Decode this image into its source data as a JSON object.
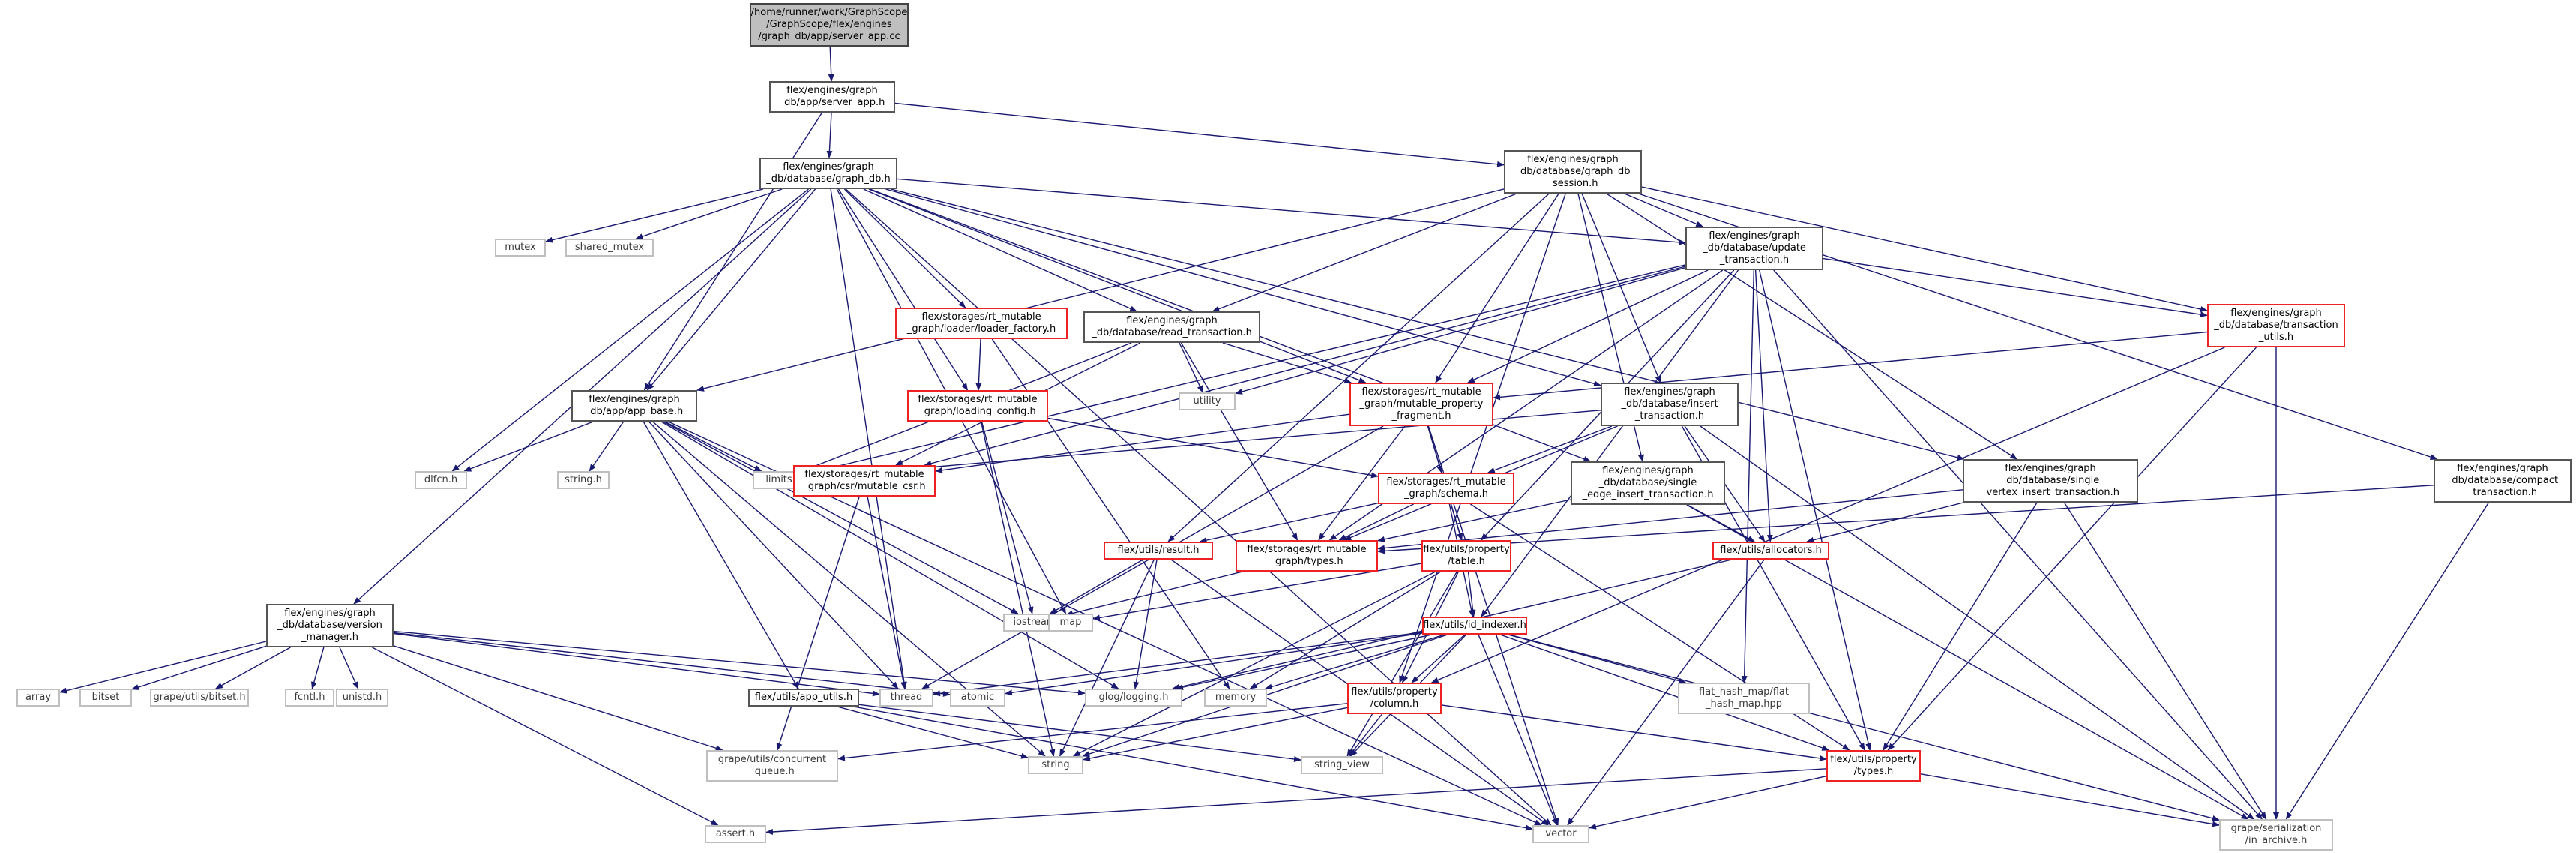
{
  "colors": {
    "edge": "#191970",
    "node_border": "#555555",
    "system_border": "#bfbfbf",
    "incomplete_border": "#ee2222",
    "root_fill": "#bfbfbf"
  },
  "nodes": {
    "root": {
      "lines": [
        "/home/runner/work/GraphScope",
        "/GraphScope/flex/engines",
        "/graph_db/app/server_app.cc"
      ],
      "style": "root"
    },
    "server_app": {
      "lines": [
        "flex/engines/graph",
        "_db/app/server_app.h"
      ],
      "style": "normal"
    },
    "graph_db": {
      "lines": [
        "flex/engines/graph",
        "_db/database/graph_db.h"
      ],
      "style": "normal"
    },
    "graph_db_session": {
      "lines": [
        "flex/engines/graph",
        "_db/database/graph_db",
        "_session.h"
      ],
      "style": "normal"
    },
    "mutex": {
      "lines": [
        "mutex"
      ],
      "style": "sys"
    },
    "shared_mutex": {
      "lines": [
        "shared_mutex"
      ],
      "style": "sys"
    },
    "update_txn": {
      "lines": [
        "flex/engines/graph",
        "_db/database/update",
        "_transaction.h"
      ],
      "style": "normal"
    },
    "loader_factory": {
      "lines": [
        "flex/storages/rt_mutable",
        "_graph/loader/loader_factory.h"
      ],
      "style": "red"
    },
    "read_txn": {
      "lines": [
        "flex/engines/graph",
        "_db/database/read_transaction.h"
      ],
      "style": "normal"
    },
    "txn_utils": {
      "lines": [
        "flex/engines/graph",
        "_db/database/transaction",
        "_utils.h"
      ],
      "style": "red"
    },
    "app_base": {
      "lines": [
        "flex/engines/graph",
        "_db/app/app_base.h"
      ],
      "style": "normal"
    },
    "loading_config": {
      "lines": [
        "flex/storages/rt_mutable",
        "_graph/loading_config.h"
      ],
      "style": "red"
    },
    "utility": {
      "lines": [
        "utility"
      ],
      "style": "sys"
    },
    "mutable_property_fragment": {
      "lines": [
        "flex/storages/rt_mutable",
        "_graph/mutable_property",
        "_fragment.h"
      ],
      "style": "red"
    },
    "insert_txn": {
      "lines": [
        "flex/engines/graph",
        "_db/database/insert",
        "_transaction.h"
      ],
      "style": "normal"
    },
    "dlfcn": {
      "lines": [
        "dlfcn.h"
      ],
      "style": "sys"
    },
    "string_h": {
      "lines": [
        "string.h"
      ],
      "style": "sys"
    },
    "limits": {
      "lines": [
        "limits"
      ],
      "style": "sys"
    },
    "mutable_csr": {
      "lines": [
        "flex/storages/rt_mutable",
        "_graph/csr/mutable_csr.h"
      ],
      "style": "red"
    },
    "schema": {
      "lines": [
        "flex/storages/rt_mutable",
        "_graph/schema.h"
      ],
      "style": "red"
    },
    "single_edge_insert": {
      "lines": [
        "flex/engines/graph",
        "_db/database/single",
        "_edge_insert_transaction.h"
      ],
      "style": "normal"
    },
    "single_vertex_insert": {
      "lines": [
        "flex/engines/graph",
        "_db/database/single",
        "_vertex_insert_transaction.h"
      ],
      "style": "normal"
    },
    "compact_txn": {
      "lines": [
        "flex/engines/graph",
        "_db/database/compact",
        "_transaction.h"
      ],
      "style": "normal"
    },
    "result": {
      "lines": [
        "flex/utils/result.h"
      ],
      "style": "red"
    },
    "rt_types": {
      "lines": [
        "flex/storages/rt_mutable",
        "_graph/types.h"
      ],
      "style": "red"
    },
    "table": {
      "lines": [
        "flex/utils/property",
        "/table.h"
      ],
      "style": "red"
    },
    "allocators": {
      "lines": [
        "flex/utils/allocators.h"
      ],
      "style": "red"
    },
    "version_manager": {
      "lines": [
        "flex/engines/graph",
        "_db/database/version",
        "_manager.h"
      ],
      "style": "normal"
    },
    "iostream": {
      "lines": [
        "iostream"
      ],
      "style": "sys"
    },
    "map": {
      "lines": [
        "map"
      ],
      "style": "sys"
    },
    "id_indexer": {
      "lines": [
        "flex/utils/id_indexer.h"
      ],
      "style": "red"
    },
    "array": {
      "lines": [
        "array"
      ],
      "style": "sys"
    },
    "bitset": {
      "lines": [
        "bitset"
      ],
      "style": "sys"
    },
    "grape_bitset": {
      "lines": [
        "grape/utils/bitset.h"
      ],
      "style": "sys"
    },
    "fcntl": {
      "lines": [
        "fcntl.h"
      ],
      "style": "sys"
    },
    "unistd": {
      "lines": [
        "unistd.h"
      ],
      "style": "sys"
    },
    "app_utils": {
      "lines": [
        "flex/utils/app_utils.h"
      ],
      "style": "normal"
    },
    "thread": {
      "lines": [
        "thread"
      ],
      "style": "sys"
    },
    "atomic": {
      "lines": [
        "atomic"
      ],
      "style": "sys"
    },
    "glog": {
      "lines": [
        "glog/logging.h"
      ],
      "style": "sys"
    },
    "memory": {
      "lines": [
        "memory"
      ],
      "style": "sys"
    },
    "column": {
      "lines": [
        "flex/utils/property",
        "/column.h"
      ],
      "style": "red"
    },
    "flat_hash_map": {
      "lines": [
        "flat_hash_map/flat",
        "_hash_map.hpp"
      ],
      "style": "sys"
    },
    "concurrent_queue": {
      "lines": [
        "grape/utils/concurrent",
        "_queue.h"
      ],
      "style": "sys"
    },
    "string": {
      "lines": [
        "string"
      ],
      "style": "sys"
    },
    "string_view": {
      "lines": [
        "string_view"
      ],
      "style": "sys"
    },
    "prop_types": {
      "lines": [
        "flex/utils/property",
        "/types.h"
      ],
      "style": "red"
    },
    "assert": {
      "lines": [
        "assert.h"
      ],
      "style": "sys"
    },
    "vector": {
      "lines": [
        "vector"
      ],
      "style": "sys"
    },
    "in_archive": {
      "lines": [
        "grape/serialization",
        "/in_archive.h"
      ],
      "style": "sys"
    }
  },
  "edges": [
    [
      "root",
      "server_app"
    ],
    [
      "server_app",
      "graph_db"
    ],
    [
      "server_app",
      "graph_db_session"
    ],
    [
      "server_app",
      "app_base"
    ],
    [
      "graph_db",
      "mutex"
    ],
    [
      "graph_db",
      "shared_mutex"
    ],
    [
      "graph_db",
      "update_txn"
    ],
    [
      "graph_db",
      "loader_factory"
    ],
    [
      "graph_db",
      "read_txn"
    ],
    [
      "graph_db",
      "app_base"
    ],
    [
      "graph_db",
      "loading_config"
    ],
    [
      "graph_db",
      "mutable_property_fragment"
    ],
    [
      "graph_db",
      "insert_txn"
    ],
    [
      "graph_db",
      "dlfcn"
    ],
    [
      "graph_db",
      "single_edge_insert"
    ],
    [
      "graph_db",
      "single_vertex_insert"
    ],
    [
      "graph_db",
      "version_manager"
    ],
    [
      "graph_db",
      "thread"
    ],
    [
      "graph_db",
      "map"
    ],
    [
      "graph_db",
      "vector"
    ],
    [
      "graph_db_session",
      "update_txn"
    ],
    [
      "graph_db_session",
      "read_txn"
    ],
    [
      "graph_db_session",
      "txn_utils"
    ],
    [
      "graph_db_session",
      "app_base"
    ],
    [
      "graph_db_session",
      "insert_txn"
    ],
    [
      "graph_db_session",
      "mutable_property_fragment"
    ],
    [
      "graph_db_session",
      "single_edge_insert"
    ],
    [
      "graph_db_session",
      "single_vertex_insert"
    ],
    [
      "graph_db_session",
      "compact_txn"
    ],
    [
      "graph_db_session",
      "result"
    ],
    [
      "graph_db_session",
      "column"
    ],
    [
      "update_txn",
      "txn_utils"
    ],
    [
      "update_txn",
      "utility"
    ],
    [
      "update_txn",
      "limits"
    ],
    [
      "update_txn",
      "mutable_csr"
    ],
    [
      "update_txn",
      "rt_types"
    ],
    [
      "update_txn",
      "table"
    ],
    [
      "update_txn",
      "allocators"
    ],
    [
      "update_txn",
      "id_indexer"
    ],
    [
      "update_txn",
      "flat_hash_map"
    ],
    [
      "update_txn",
      "prop_types"
    ],
    [
      "update_txn",
      "in_archive"
    ],
    [
      "update_txn",
      "mutable_property_fragment"
    ],
    [
      "loader_factory",
      "loading_config"
    ],
    [
      "loader_factory",
      "memory"
    ],
    [
      "read_txn",
      "mutable_property_fragment"
    ],
    [
      "read_txn",
      "mutable_csr"
    ],
    [
      "read_txn",
      "utility"
    ],
    [
      "read_txn",
      "limits"
    ],
    [
      "read_txn",
      "rt_types"
    ],
    [
      "txn_utils",
      "mutable_property_fragment"
    ],
    [
      "txn_utils",
      "prop_types"
    ],
    [
      "txn_utils",
      "in_archive"
    ],
    [
      "txn_utils",
      "column"
    ],
    [
      "app_base",
      "dlfcn"
    ],
    [
      "app_base",
      "string_h"
    ],
    [
      "app_base",
      "limits"
    ],
    [
      "app_base",
      "app_utils"
    ],
    [
      "app_base",
      "iostream"
    ],
    [
      "app_base",
      "string"
    ],
    [
      "app_base",
      "vector"
    ],
    [
      "app_base",
      "glog"
    ],
    [
      "app_base",
      "thread"
    ],
    [
      "loading_config",
      "schema"
    ],
    [
      "loading_config",
      "iostream"
    ],
    [
      "loading_config",
      "string"
    ],
    [
      "mutable_property_fragment",
      "schema"
    ],
    [
      "mutable_property_fragment",
      "mutable_csr"
    ],
    [
      "mutable_property_fragment",
      "table"
    ],
    [
      "mutable_property_fragment",
      "rt_types"
    ],
    [
      "mutable_property_fragment",
      "thread"
    ],
    [
      "mutable_property_fragment",
      "vector"
    ],
    [
      "insert_txn",
      "schema"
    ],
    [
      "insert_txn",
      "allocators"
    ],
    [
      "insert_txn",
      "prop_types"
    ],
    [
      "insert_txn",
      "in_archive"
    ],
    [
      "insert_txn",
      "limits"
    ],
    [
      "insert_txn",
      "rt_types"
    ],
    [
      "mutable_csr",
      "concurrent_queue"
    ],
    [
      "mutable_csr",
      "thread"
    ],
    [
      "schema",
      "rt_types"
    ],
    [
      "schema",
      "table"
    ],
    [
      "schema",
      "result"
    ],
    [
      "schema",
      "id_indexer"
    ],
    [
      "schema",
      "prop_types"
    ],
    [
      "single_edge_insert",
      "allocators"
    ],
    [
      "single_edge_insert",
      "in_archive"
    ],
    [
      "single_edge_insert",
      "rt_types"
    ],
    [
      "single_vertex_insert",
      "allocators"
    ],
    [
      "single_vertex_insert",
      "prop_types"
    ],
    [
      "single_vertex_insert",
      "in_archive"
    ],
    [
      "single_vertex_insert",
      "rt_types"
    ],
    [
      "compact_txn",
      "in_archive"
    ],
    [
      "compact_txn",
      "rt_types"
    ],
    [
      "result",
      "iostream"
    ],
    [
      "result",
      "string"
    ],
    [
      "result",
      "glog"
    ],
    [
      "result",
      "vector"
    ],
    [
      "rt_types",
      "iostream"
    ],
    [
      "table",
      "id_indexer"
    ],
    [
      "table",
      "column"
    ],
    [
      "table",
      "map"
    ],
    [
      "table",
      "memory"
    ],
    [
      "table",
      "string_view"
    ],
    [
      "table",
      "string"
    ],
    [
      "allocators",
      "glog"
    ],
    [
      "allocators",
      "vector"
    ],
    [
      "version_manager",
      "array"
    ],
    [
      "version_manager",
      "bitset"
    ],
    [
      "version_manager",
      "grape_bitset"
    ],
    [
      "version_manager",
      "fcntl"
    ],
    [
      "version_manager",
      "unistd"
    ],
    [
      "version_manager",
      "thread"
    ],
    [
      "version_manager",
      "atomic"
    ],
    [
      "version_manager",
      "glog"
    ],
    [
      "version_manager",
      "concurrent_queue"
    ],
    [
      "version_manager",
      "assert"
    ],
    [
      "id_indexer",
      "atomic"
    ],
    [
      "id_indexer",
      "thread"
    ],
    [
      "id_indexer",
      "glog"
    ],
    [
      "id_indexer",
      "memory"
    ],
    [
      "id_indexer",
      "column"
    ],
    [
      "id_indexer",
      "flat_hash_map"
    ],
    [
      "id_indexer",
      "string"
    ],
    [
      "id_indexer",
      "string_view"
    ],
    [
      "id_indexer",
      "vector"
    ],
    [
      "id_indexer",
      "prop_types"
    ],
    [
      "id_indexer",
      "in_archive"
    ],
    [
      "app_utils",
      "string"
    ],
    [
      "app_utils",
      "string_view"
    ],
    [
      "app_utils",
      "vector"
    ],
    [
      "column",
      "concurrent_queue"
    ],
    [
      "column",
      "string"
    ],
    [
      "column",
      "string_view"
    ],
    [
      "column",
      "prop_types"
    ],
    [
      "prop_types",
      "assert"
    ],
    [
      "prop_types",
      "vector"
    ],
    [
      "prop_types",
      "in_archive"
    ]
  ]
}
